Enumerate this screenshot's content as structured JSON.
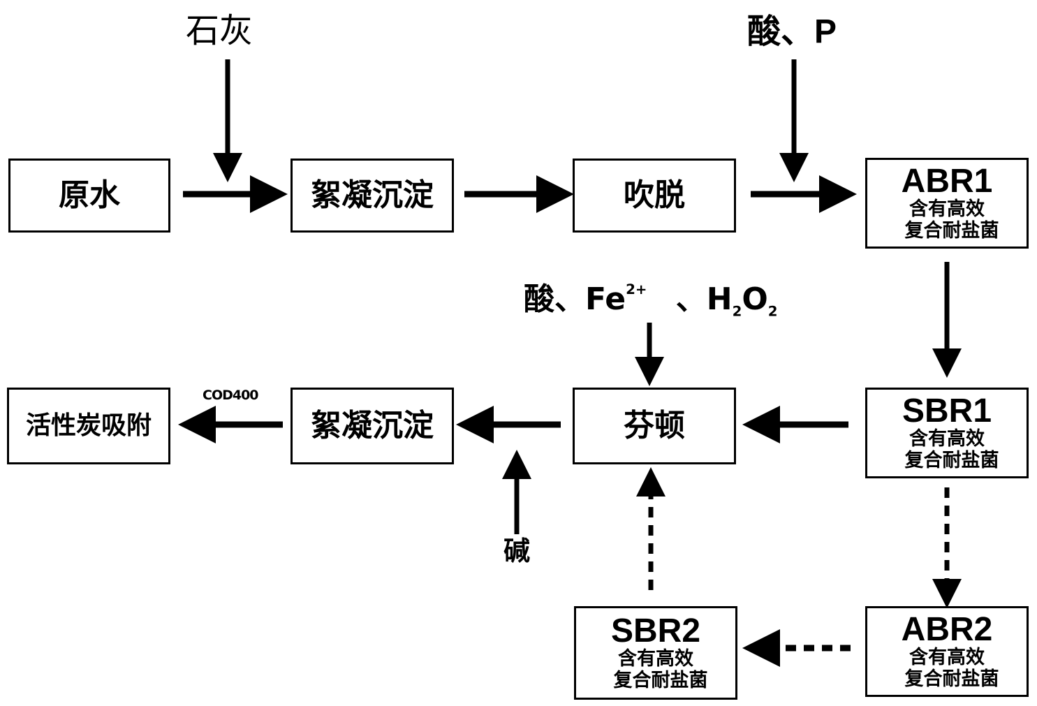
{
  "nodes": {
    "raw_water": "原水",
    "coag1": "絮凝沉淀",
    "stripping": "吹脱",
    "abr1": {
      "title": "ABR1",
      "line1": "含有高效",
      "line2": "复合耐盐菌"
    },
    "sbr1": {
      "title": "SBR1",
      "line1": "含有高效",
      "line2": "复合耐盐菌"
    },
    "fenton": "芬顿",
    "coag2": "絮凝沉淀",
    "activated_carbon": "活性炭吸附",
    "sbr2": {
      "title": "SBR2",
      "line1": "含有高效",
      "line2": "复合耐盐菌"
    },
    "abr2": {
      "title": "ABR2",
      "line1": "含有高效",
      "line2": "复合耐盐菌"
    }
  },
  "inputs": {
    "lime": "石灰",
    "acid_p": "酸、P",
    "fenton_acid": "酸、Fe",
    "fe_charge": "2+",
    "h2o2_sep": "、H",
    "h2o2_sub": "2",
    "h2o2_o": "O",
    "h2o2_sub2": "2",
    "alkali": "碱"
  },
  "edge_labels": {
    "cod": "COD400"
  }
}
